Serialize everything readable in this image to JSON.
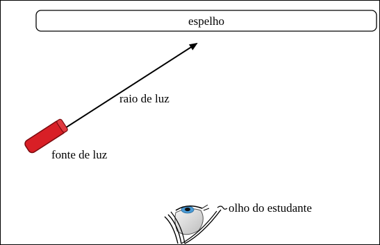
{
  "diagram": {
    "mirror_label": "espelho",
    "ray_label": "raio de luz",
    "source_label": "fonte de luz",
    "eye_label": "olho do estudante"
  },
  "colors": {
    "background": "#ffffff",
    "frame": "#000000",
    "mirror_fill": "#ffffff",
    "ray": "#000000",
    "flashlight_body": "#d81f26",
    "flashlight_outline": "#7a0a0e",
    "eye_iris": "#4a9bd6",
    "eye_pupil": "#111111",
    "eye_white": "#e6e6e6"
  },
  "icons": {
    "source": "flashlight-icon",
    "eye": "eye-icon",
    "mirror": "mirror-bar"
  }
}
